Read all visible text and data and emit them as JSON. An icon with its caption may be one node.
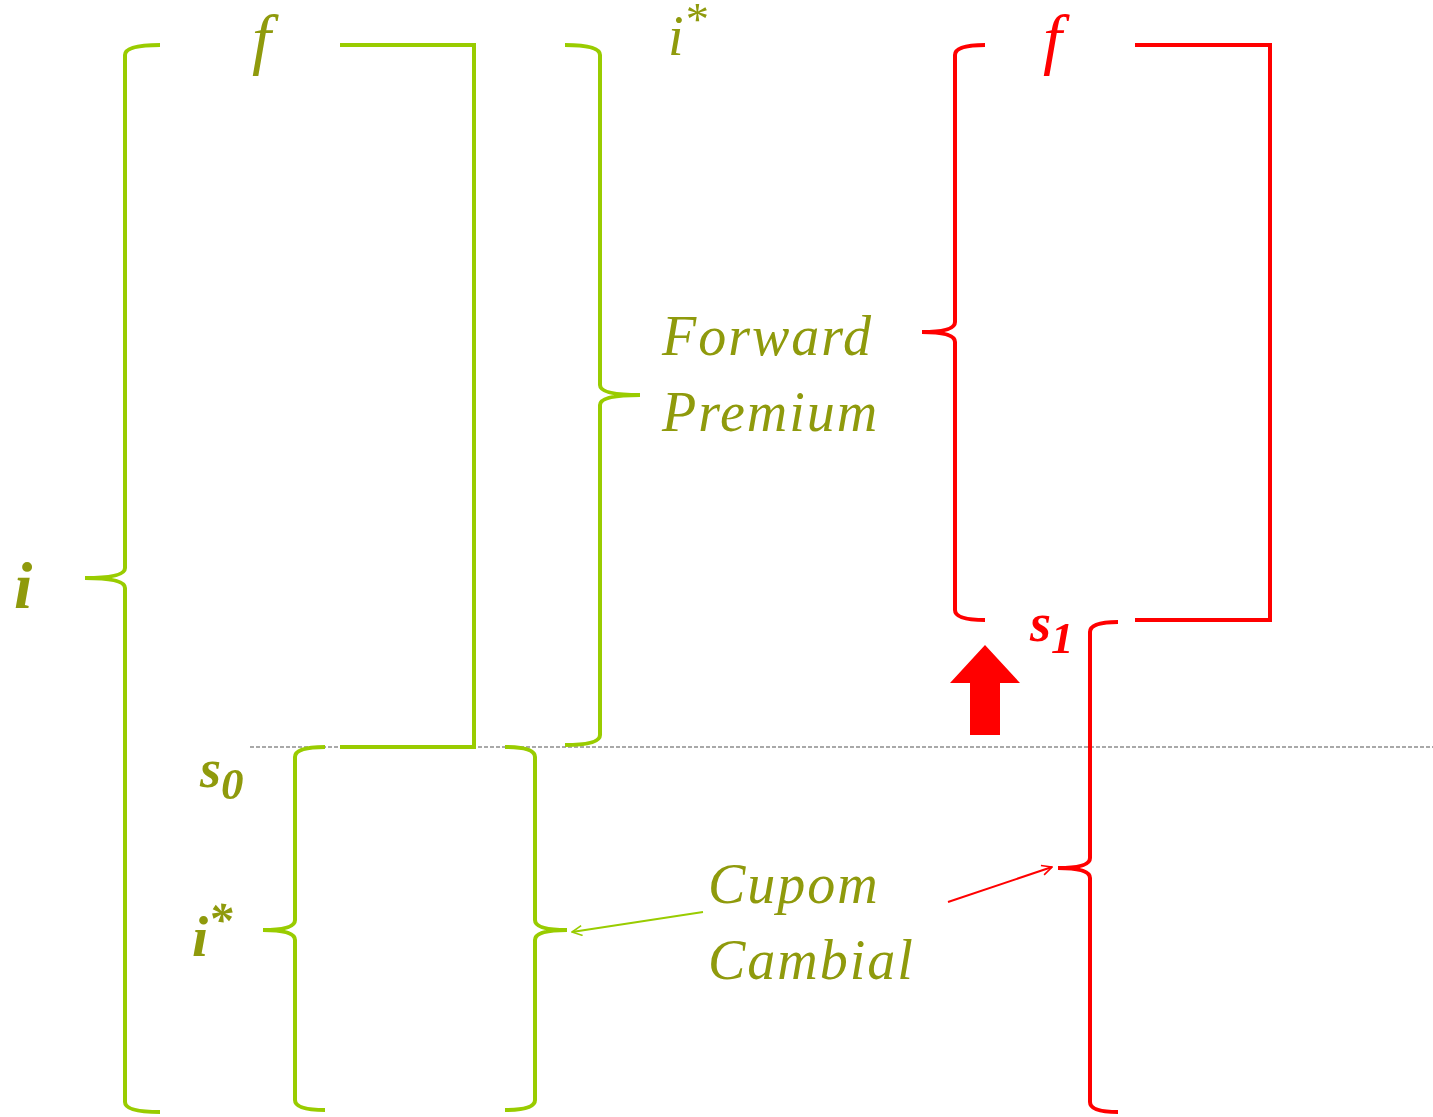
{
  "diagram": {
    "nodes": [
      {
        "text": [
          "Cupom Cambial"
        ]
      },
      {
        "text": [],
        "shape": "brace"
      },
      {
        "text": [],
        "shape": "brace"
      }
    ],
    "edges": [
      {
        "from": 0,
        "to": 1,
        "arrow": "to",
        "color": "#99cc00"
      },
      {
        "from": 0,
        "to": 2,
        "arrow": "to",
        "color": "#ff0000"
      }
    ],
    "labels": [
      "i$^{*}$",
      "f",
      "f",
      "Forward Premium",
      "i",
      "s$_{1}$",
      "s$_{0}$",
      "i$^{*}$"
    ]
  }
}
